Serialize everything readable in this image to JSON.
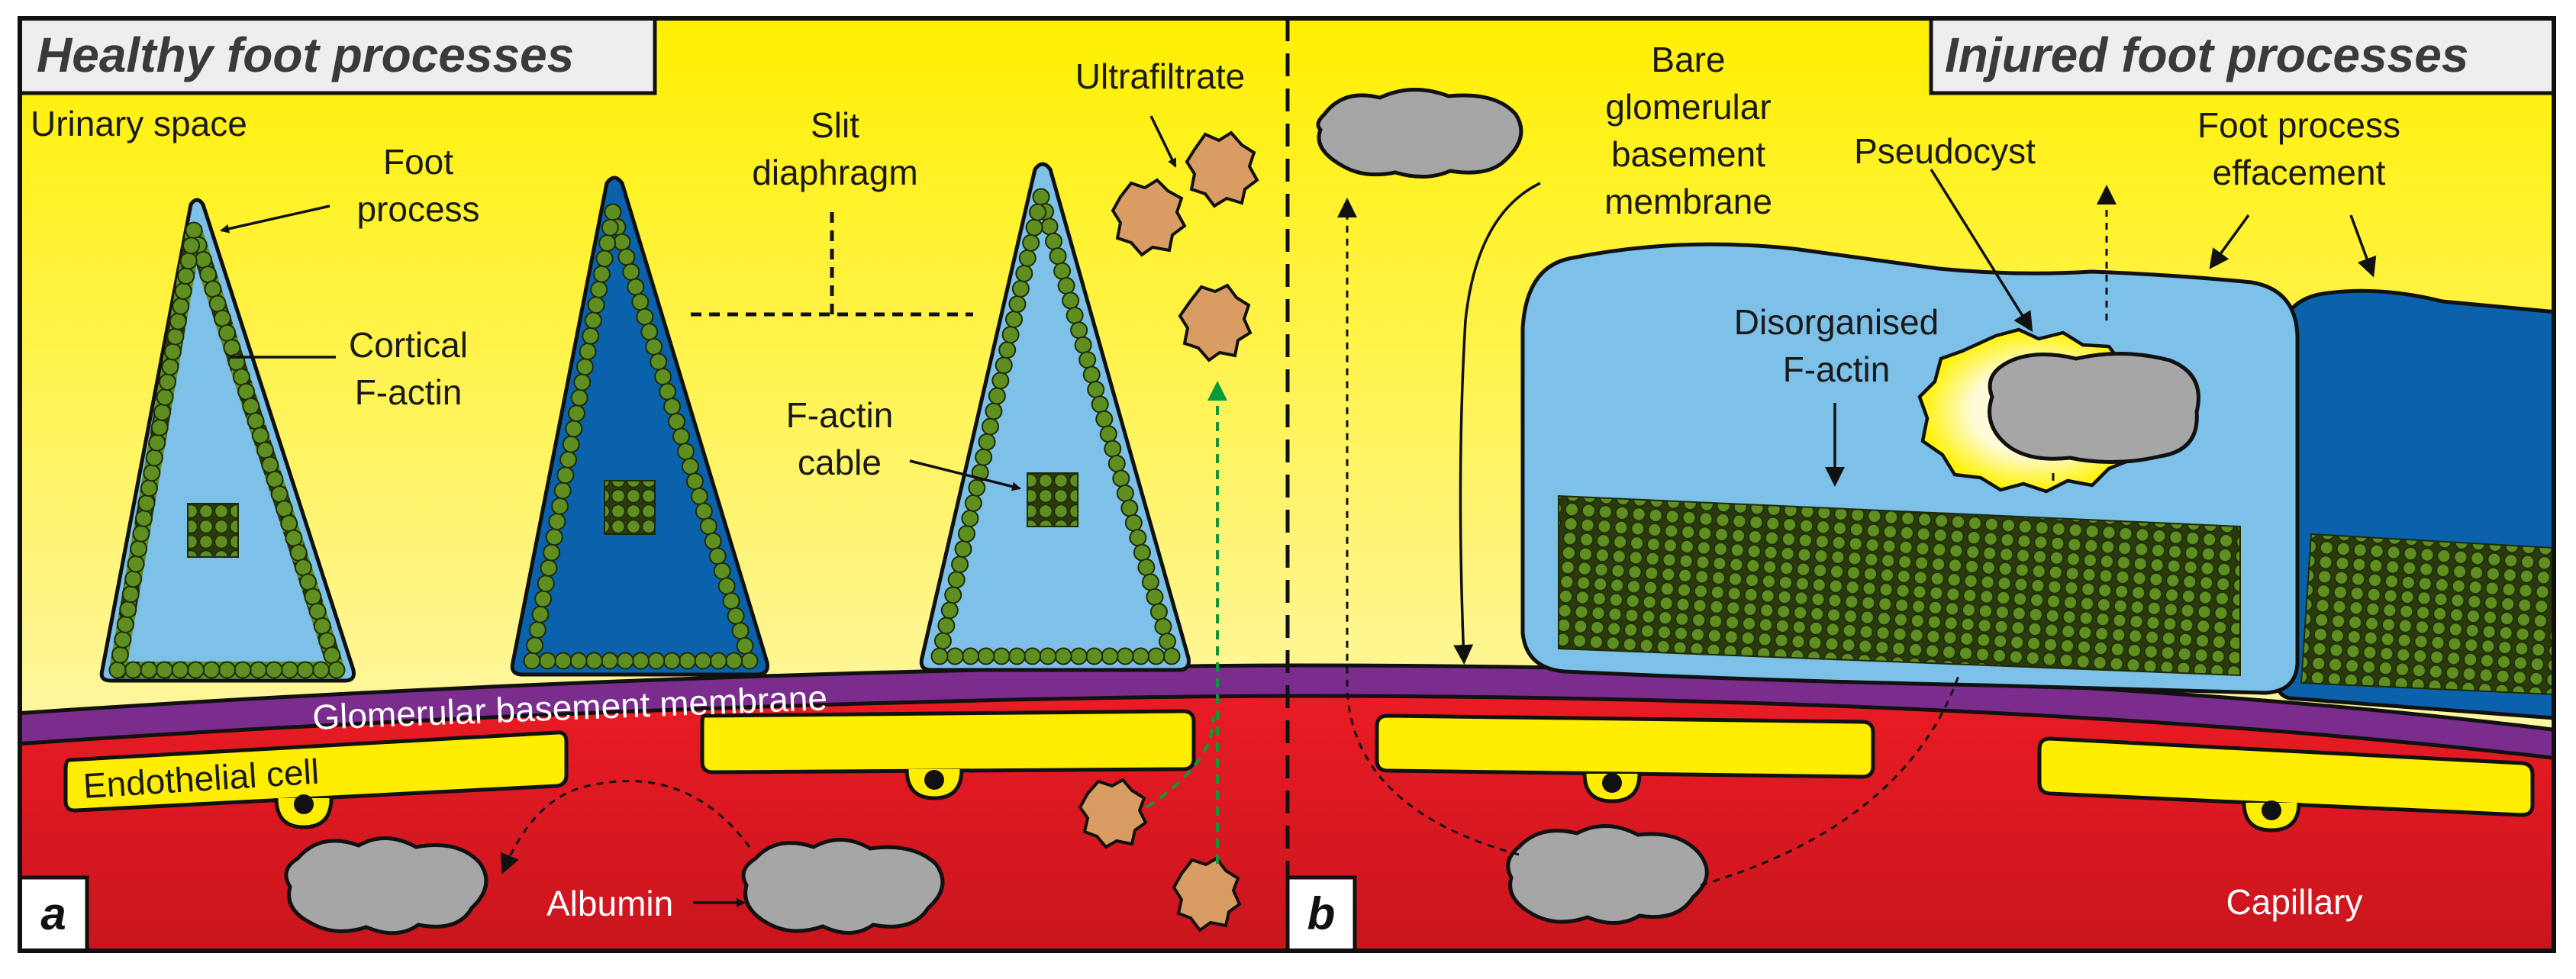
{
  "colors": {
    "urinary_top": "#fff000",
    "urinary_bottom": "#fff7cf",
    "capillary": "#ee1c25",
    "capillary_dark": "#c8141c",
    "gbm": "#7b2d8e",
    "podocyte_light": "#7dc0e8",
    "podocyte_dark": "#0a62ad",
    "actin": "#5b8c1e",
    "albumin": "#a6a6a6",
    "ultrafiltrate": "#d99c63",
    "endothelial": "#ffee00",
    "filtration_arrow": "#0a9a3c",
    "title_box": "#eeeeee"
  },
  "panel_a": {
    "title": "Healthy foot processes",
    "letter": "a",
    "labels": {
      "urinary_space": "Urinary space",
      "foot_process_1": "Foot",
      "foot_process_2": "process",
      "cortical_1": "Cortical",
      "cortical_2": "F-actin",
      "slit_1": "Slit",
      "slit_2": "diaphragm",
      "factin_cable_1": "F-actin",
      "factin_cable_2": "cable",
      "ultrafiltrate": "Ultrafiltrate",
      "gbm": "Glomerular  basement  membrane",
      "endothelial": "Endothelial cell",
      "albumin": "Albumin"
    }
  },
  "panel_b": {
    "title": "Injured foot processes",
    "letter": "b",
    "labels": {
      "bare_1": "Bare",
      "bare_2": "glomerular",
      "bare_3": "basement",
      "bare_4": "membrane",
      "pseudocyst": "Pseudocyst",
      "effacement_1": "Foot process",
      "effacement_2": "effacement",
      "disorganised_1": "Disorganised",
      "disorganised_2": "F-actin",
      "capillary": "Capillary"
    }
  }
}
